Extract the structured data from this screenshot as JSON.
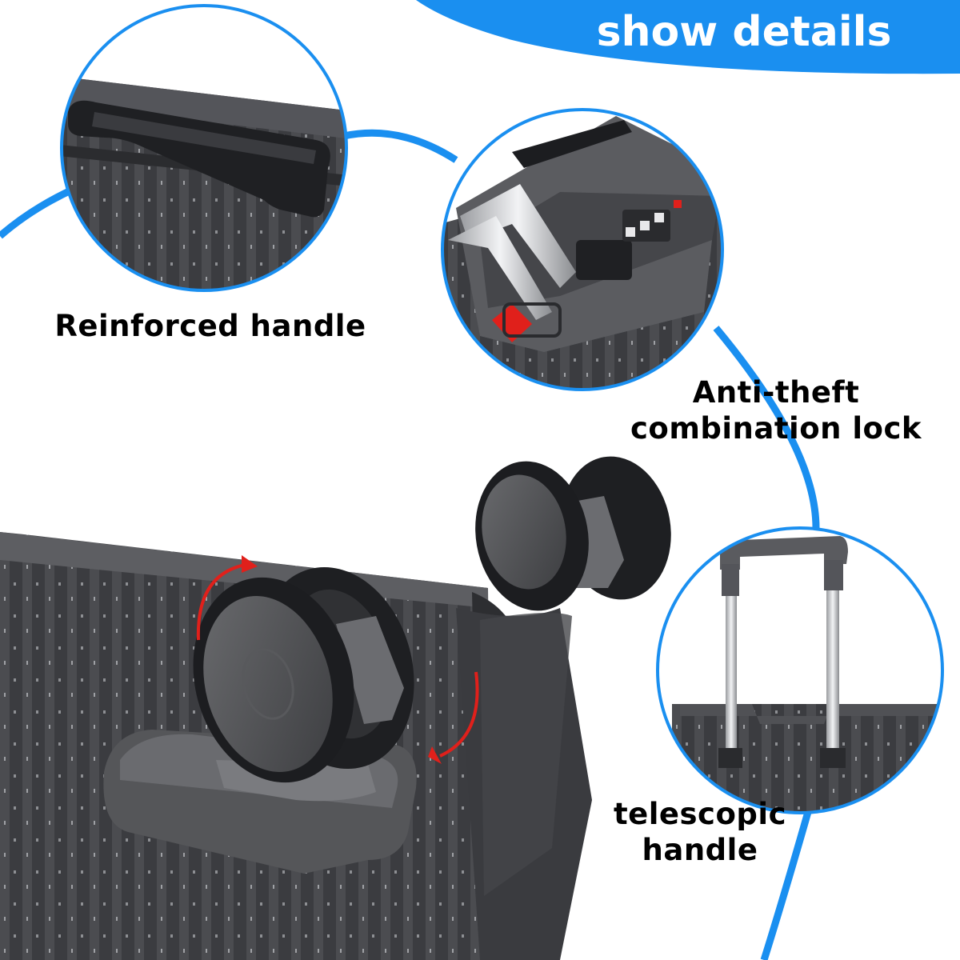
{
  "banner": {
    "title": "show details"
  },
  "features": [
    {
      "icon": "handle-closeup-photo",
      "label": "Reinforced handle"
    },
    {
      "icon": "lock-closeup-photo",
      "label_lines": [
        "Anti-theft",
        "combination lock"
      ]
    },
    {
      "icon": "telescopic-handle-photo",
      "label_lines": [
        "telescopic",
        "handle"
      ]
    }
  ],
  "colors": {
    "accent_blue": "#1a8ff0",
    "arrow_red": "#e0201b",
    "luggage_dark": "#3a3b3e"
  }
}
